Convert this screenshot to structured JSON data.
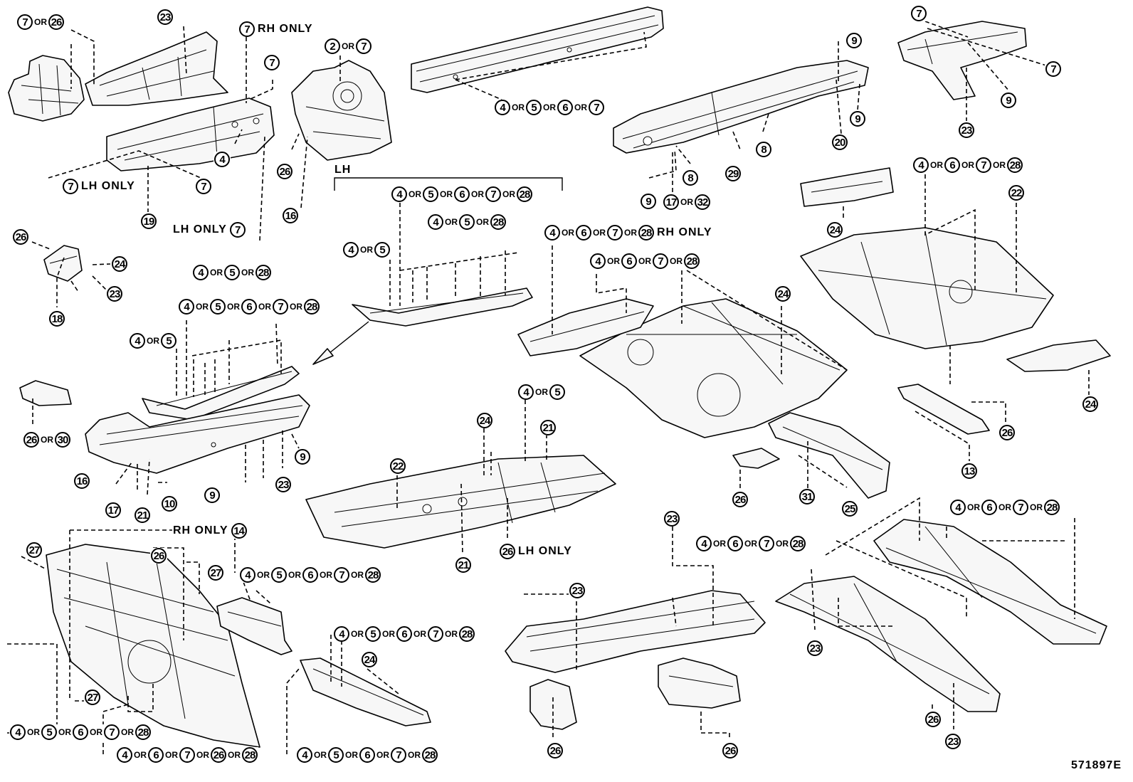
{
  "figure_id": "571897E",
  "group_label_lh": "LH",
  "callouts": [
    {
      "id": "c01",
      "parts": [
        "7",
        "26"
      ]
    },
    {
      "id": "c02",
      "parts": [
        "23"
      ]
    },
    {
      "id": "c03",
      "parts": [
        "7"
      ],
      "note": "RH ONLY"
    },
    {
      "id": "c04",
      "parts": [
        "7"
      ]
    },
    {
      "id": "c05",
      "parts": [
        "2",
        "7"
      ]
    },
    {
      "id": "c06",
      "parts": [
        "4"
      ]
    },
    {
      "id": "c07",
      "parts": [
        "7"
      ],
      "note": "LH ONLY"
    },
    {
      "id": "c08",
      "parts": [
        "7"
      ]
    },
    {
      "id": "c09",
      "parts": [
        "19"
      ]
    },
    {
      "id": "c10",
      "parts": [
        "26"
      ]
    },
    {
      "id": "c11",
      "parts": [
        "16"
      ]
    },
    {
      "id": "c12",
      "parts": [
        "7"
      ],
      "prefix": "LH ONLY"
    },
    {
      "id": "c13",
      "parts": [
        "4",
        "5",
        "6",
        "7"
      ]
    },
    {
      "id": "c14",
      "parts": [
        "9"
      ]
    },
    {
      "id": "c15",
      "parts": [
        "9"
      ]
    },
    {
      "id": "c16",
      "parts": [
        "20"
      ]
    },
    {
      "id": "c17",
      "parts": [
        "8"
      ]
    },
    {
      "id": "c18",
      "parts": [
        "29"
      ]
    },
    {
      "id": "c19",
      "parts": [
        "8"
      ]
    },
    {
      "id": "c20",
      "parts": [
        "9"
      ]
    },
    {
      "id": "c21",
      "parts": [
        "17",
        "32"
      ]
    },
    {
      "id": "c22",
      "parts": [
        "7"
      ]
    },
    {
      "id": "c23",
      "parts": [
        "7"
      ]
    },
    {
      "id": "c24",
      "parts": [
        "9"
      ]
    },
    {
      "id": "c25",
      "parts": [
        "23"
      ]
    },
    {
      "id": "c26",
      "parts": [
        "4",
        "6",
        "7",
        "28"
      ]
    },
    {
      "id": "c27",
      "parts": [
        "24"
      ]
    },
    {
      "id": "c28",
      "parts": [
        "22"
      ]
    },
    {
      "id": "c29",
      "parts": [
        "4",
        "5",
        "6",
        "7",
        "28"
      ]
    },
    {
      "id": "c30",
      "parts": [
        "4",
        "5",
        "28"
      ]
    },
    {
      "id": "c31",
      "parts": [
        "4",
        "5"
      ]
    },
    {
      "id": "c32",
      "parts": [
        "4",
        "6",
        "7",
        "28"
      ],
      "note": "RH ONLY"
    },
    {
      "id": "c33",
      "parts": [
        "4",
        "6",
        "7",
        "28"
      ]
    },
    {
      "id": "c34",
      "parts": [
        "26"
      ]
    },
    {
      "id": "c35",
      "parts": [
        "24"
      ]
    },
    {
      "id": "c36",
      "parts": [
        "23"
      ]
    },
    {
      "id": "c37",
      "parts": [
        "18"
      ]
    },
    {
      "id": "c38",
      "parts": [
        "4",
        "5",
        "28"
      ]
    },
    {
      "id": "c39",
      "parts": [
        "4",
        "5",
        "6",
        "7",
        "28"
      ]
    },
    {
      "id": "c40",
      "parts": [
        "4",
        "5"
      ]
    },
    {
      "id": "c41",
      "parts": [
        "24"
      ]
    },
    {
      "id": "c42",
      "parts": [
        "26",
        "30"
      ]
    },
    {
      "id": "c43",
      "parts": [
        "9"
      ]
    },
    {
      "id": "c44",
      "parts": [
        "16"
      ]
    },
    {
      "id": "c45",
      "parts": [
        "9"
      ]
    },
    {
      "id": "c46",
      "parts": [
        "23"
      ]
    },
    {
      "id": "c47",
      "parts": [
        "17"
      ]
    },
    {
      "id": "c48",
      "parts": [
        "21"
      ]
    },
    {
      "id": "c49",
      "parts": [
        "10"
      ]
    },
    {
      "id": "c50",
      "parts": [
        "14"
      ],
      "prefix": "RH ONLY"
    },
    {
      "id": "c51",
      "parts": [
        "4",
        "5"
      ]
    },
    {
      "id": "c52",
      "parts": [
        "24"
      ]
    },
    {
      "id": "c53",
      "parts": [
        "21"
      ]
    },
    {
      "id": "c54",
      "parts": [
        "22"
      ]
    },
    {
      "id": "c55",
      "parts": [
        "21"
      ]
    },
    {
      "id": "c56",
      "parts": [
        "26"
      ],
      "note": "LH ONLY"
    },
    {
      "id": "c57",
      "parts": [
        "24"
      ]
    },
    {
      "id": "c58",
      "parts": [
        "26"
      ]
    },
    {
      "id": "c59",
      "parts": [
        "31"
      ]
    },
    {
      "id": "c60",
      "parts": [
        "25"
      ]
    },
    {
      "id": "c61",
      "parts": [
        "26"
      ]
    },
    {
      "id": "c62",
      "parts": [
        "13"
      ]
    },
    {
      "id": "c63",
      "parts": [
        "24"
      ]
    },
    {
      "id": "c64",
      "parts": [
        "27"
      ]
    },
    {
      "id": "c65",
      "parts": [
        "26"
      ]
    },
    {
      "id": "c66",
      "parts": [
        "27"
      ]
    },
    {
      "id": "c67",
      "parts": [
        "4",
        "5",
        "6",
        "7",
        "28"
      ]
    },
    {
      "id": "c68",
      "parts": [
        "27"
      ]
    },
    {
      "id": "c69",
      "parts": [
        "4",
        "5",
        "6",
        "7",
        "28"
      ]
    },
    {
      "id": "c70",
      "parts": [
        "4",
        "6",
        "7",
        "26",
        "28"
      ]
    },
    {
      "id": "c71",
      "parts": [
        "4",
        "5",
        "6",
        "7",
        "28"
      ]
    },
    {
      "id": "c72",
      "parts": [
        "4",
        "5",
        "6",
        "7",
        "28"
      ]
    },
    {
      "id": "c73",
      "parts": [
        "24"
      ]
    },
    {
      "id": "c74",
      "parts": [
        "23"
      ]
    },
    {
      "id": "c75",
      "parts": [
        "23"
      ]
    },
    {
      "id": "c76",
      "parts": [
        "26"
      ]
    },
    {
      "id": "c77",
      "parts": [
        "26"
      ]
    },
    {
      "id": "c78",
      "parts": [
        "4",
        "6",
        "7",
        "28"
      ]
    },
    {
      "id": "c79",
      "parts": [
        "4",
        "6",
        "7",
        "28"
      ]
    },
    {
      "id": "c80",
      "parts": [
        "23"
      ]
    },
    {
      "id": "c81",
      "parts": [
        "26"
      ]
    },
    {
      "id": "c82",
      "parts": [
        "23"
      ]
    }
  ]
}
